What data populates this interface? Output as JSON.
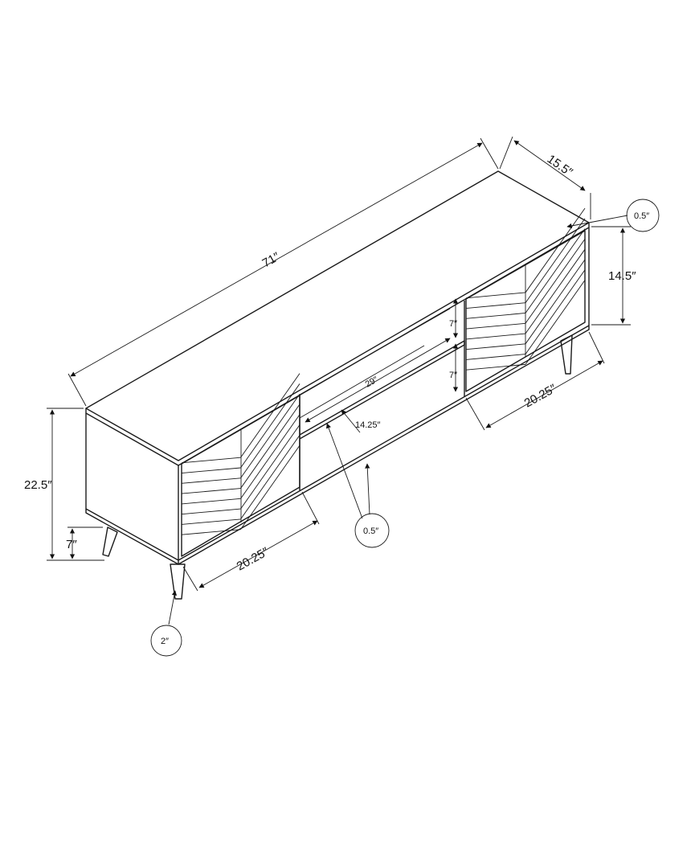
{
  "dimensions": {
    "width": "71″",
    "depth": "15.5″",
    "top_thickness": "0.5″",
    "cabinet_height": "14.5″",
    "shelf_upper": "7″",
    "shelf_lower": "7″",
    "shelf_width": "29″",
    "shelf_depth": "14.25″",
    "right_door_width": "20.25″",
    "left_door_width": "20.25″",
    "total_height": "22.5″",
    "leg_clearance": "7″",
    "shelf_thickness": "0.5″",
    "leg_diameter": "2″"
  },
  "colors": {
    "line": "#1a1a1a",
    "background": "#ffffff"
  }
}
